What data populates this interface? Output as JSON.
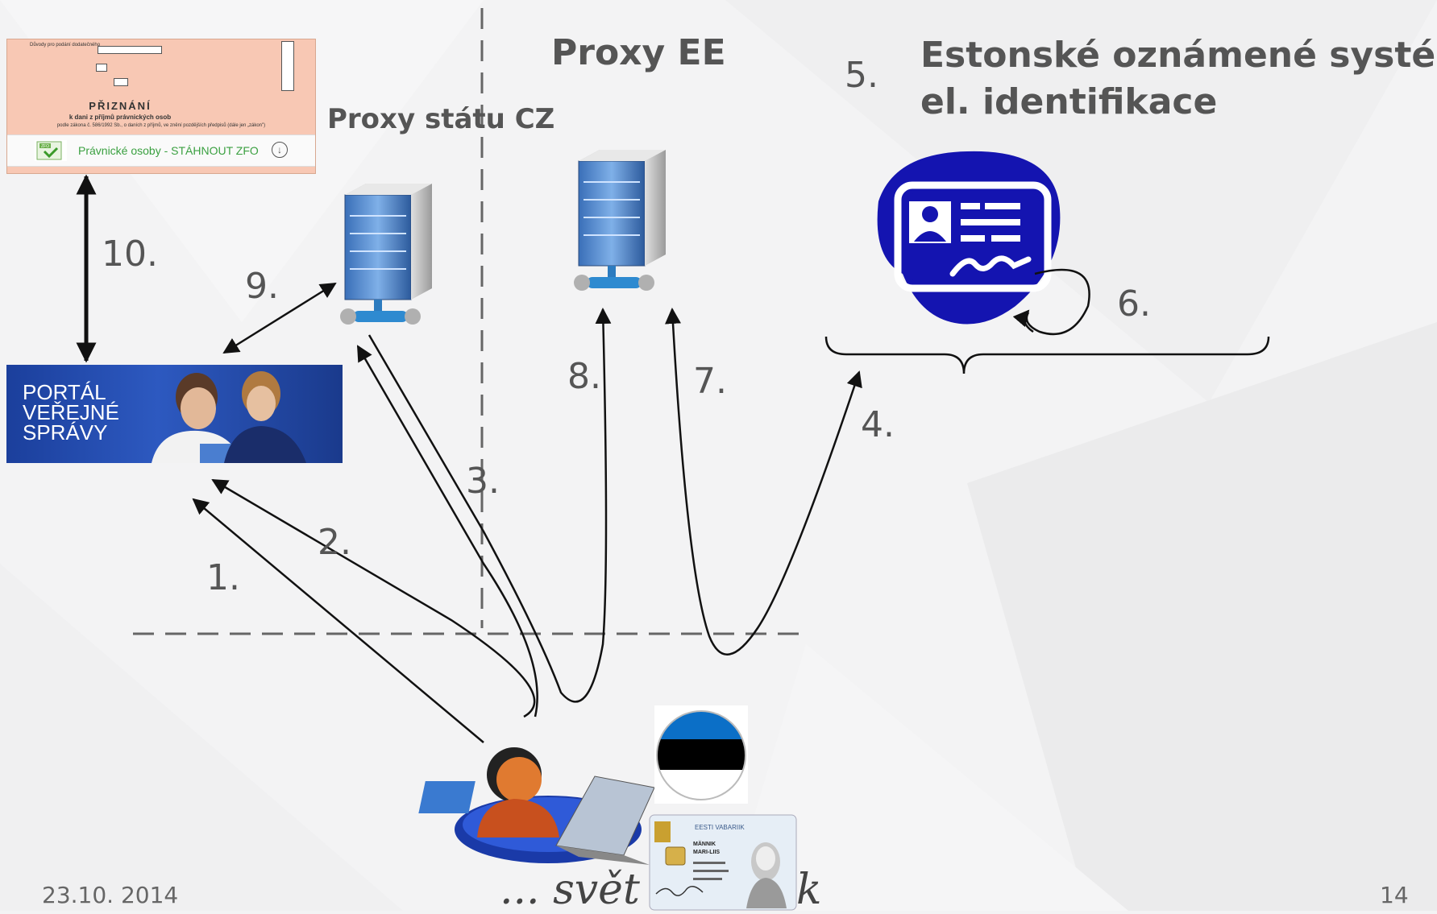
{
  "labels": {
    "proxy_cz": "Proxy státu CZ",
    "proxy_ee": "Proxy EE",
    "estonian_systems_line1": "Estonské oznámené systémy",
    "estonian_systems_line2": "el. identifikace"
  },
  "steps": {
    "s1": "1.",
    "s2": "2.",
    "s3": "3.",
    "s4": "4.",
    "s5": "5.",
    "s6": "6.",
    "s7": "7.",
    "s8": "8.",
    "s9": "9.",
    "s10": "10."
  },
  "tax_form": {
    "heading": "PŘIZNÁNÍ",
    "subheading": "k dani z příjmů právnických osob",
    "law_note": "podle zákona č. 586/1992 Sb., o daních z příjmů, ve znění pozdějších předpisů (dále jen „zákon\")",
    "download_label": "Právnické osoby - STÁHNOUT ZFO",
    "zfo_badge": "ZFO"
  },
  "portal": {
    "line1": "PORTÁL",
    "line2": "VEŘEJNÉ",
    "line3": "SPRÁVY"
  },
  "footer": {
    "date": "23.10. 2014",
    "page": "14",
    "caption_start": "... svět",
    "caption_end": "k"
  },
  "id_card": {
    "country": "EESTI VABARIIK",
    "surname": "MÄNNIK",
    "given_name": "MARI-LIIS"
  },
  "colors": {
    "eid_blue": "#1414b0",
    "flag_blue": "#0b6fc7",
    "flag_black": "#000000",
    "flag_white": "#ffffff",
    "arrow": "#111111",
    "dashed": "#666666"
  }
}
